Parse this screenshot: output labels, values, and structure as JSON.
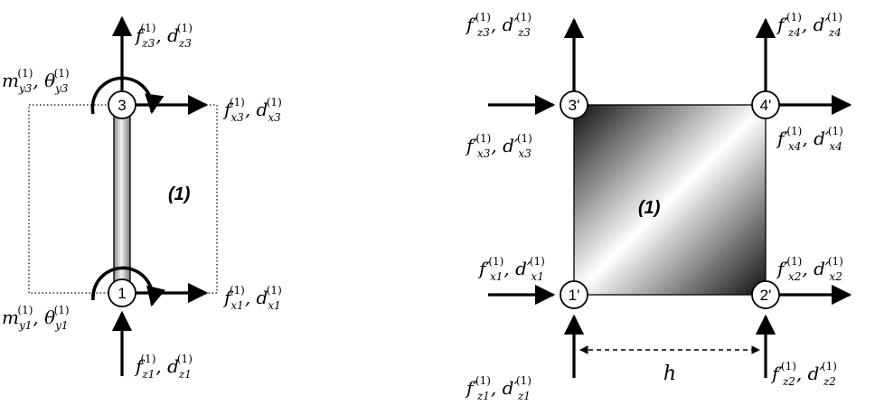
{
  "left": {
    "element_label": "(1)",
    "nodes": {
      "n3": "3",
      "n1": "1"
    },
    "labels": {
      "fz3": {
        "a": "f",
        "as": "z3",
        "b": "d",
        "bs": "z3",
        "sup": "(1)"
      },
      "fx3": {
        "a": "f",
        "as": "x3",
        "b": "d",
        "bs": "x3",
        "sup": "(1)"
      },
      "my3": {
        "a": "m",
        "as": "y3",
        "b": "θ",
        "bs": "y3",
        "sup": "(1)"
      },
      "fx1": {
        "a": "f",
        "as": "x1",
        "b": "d",
        "bs": "x1",
        "sup": "(1)"
      },
      "my1": {
        "a": "m",
        "as": "y1",
        "b": "θ",
        "bs": "y1",
        "sup": "(1)"
      },
      "fz1": {
        "a": "f",
        "as": "z1",
        "b": "d",
        "bs": "z1",
        "sup": "(1)"
      }
    }
  },
  "right": {
    "element_label": "(1)",
    "dimension_label": "h",
    "nodes": {
      "n3": "3'",
      "n4": "4'",
      "n1": "1'",
      "n2": "2'"
    },
    "labels": {
      "fz3": {
        "a": "f′",
        "as": "z3",
        "b": "d′",
        "bs": "z3",
        "sup": "(1)"
      },
      "fz4": {
        "a": "f′",
        "as": "z4",
        "b": "d′",
        "bs": "z4",
        "sup": "(1)"
      },
      "fx3": {
        "a": "f′",
        "as": "x3",
        "b": "d′",
        "bs": "x3",
        "sup": "(1)"
      },
      "fx4": {
        "a": "f′",
        "as": "x4",
        "b": "d′",
        "bs": "x4",
        "sup": "(1)"
      },
      "fx1": {
        "a": "f′",
        "as": "x1",
        "b": "d′",
        "bs": "x1",
        "sup": "(1)"
      },
      "fx2": {
        "a": "f′",
        "as": "x2",
        "b": "d′",
        "bs": "x2",
        "sup": "(1)"
      },
      "fz1": {
        "a": "f′",
        "as": "z1",
        "b": "d′",
        "bs": "z1",
        "sup": "(1)"
      },
      "fz2": {
        "a": "f′",
        "as": "z2",
        "b": "d′",
        "bs": "z2",
        "sup": "(1)"
      }
    }
  }
}
